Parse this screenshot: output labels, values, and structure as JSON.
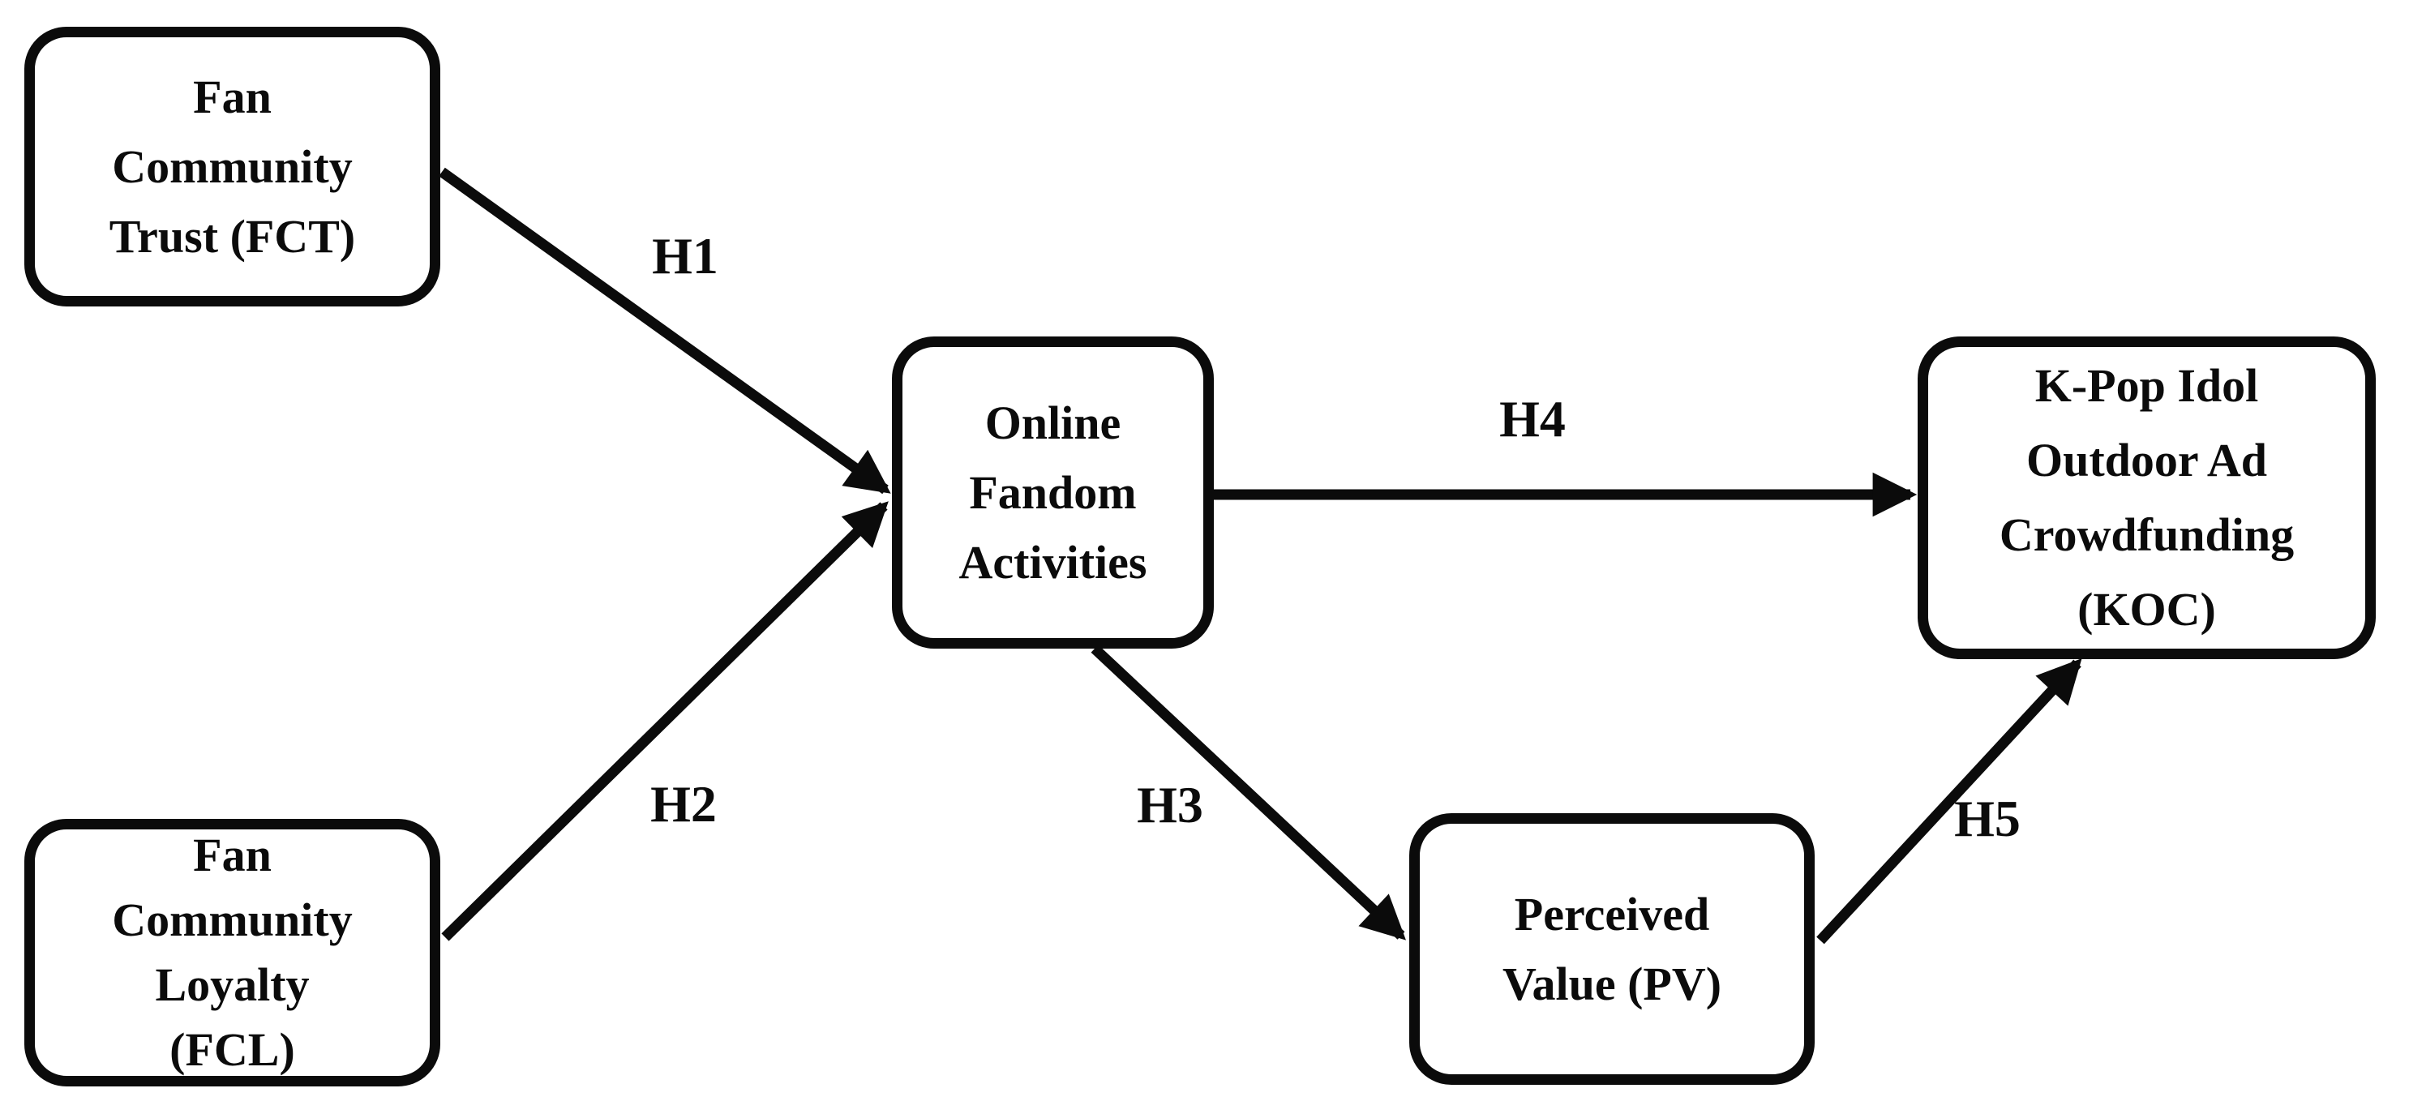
{
  "diagram": {
    "background_color": "#ffffff",
    "line_color": "#0b0b0b",
    "text_color": "#0b0b0b",
    "nodes": {
      "fct": {
        "label": "Fan\nCommunity\nTrust (FCT)"
      },
      "fcl": {
        "label": "Fan\nCommunity\nLoyalty\n(FCL)"
      },
      "ofa": {
        "label": "Online\nFandom\nActivities"
      },
      "pv": {
        "label": "Perceived\nValue (PV)"
      },
      "koc": {
        "label": "K-Pop Idol\nOutdoor Ad\nCrowdfunding\n(KOC)"
      }
    },
    "edges": [
      {
        "id": "H1",
        "label": "H1",
        "from": "fct",
        "to": "ofa"
      },
      {
        "id": "H2",
        "label": "H2",
        "from": "fcl",
        "to": "ofa"
      },
      {
        "id": "H3",
        "label": "H3",
        "from": "ofa",
        "to": "pv"
      },
      {
        "id": "H4",
        "label": "H4",
        "from": "ofa",
        "to": "koc"
      },
      {
        "id": "H5",
        "label": "H5",
        "from": "pv",
        "to": "koc"
      }
    ]
  }
}
